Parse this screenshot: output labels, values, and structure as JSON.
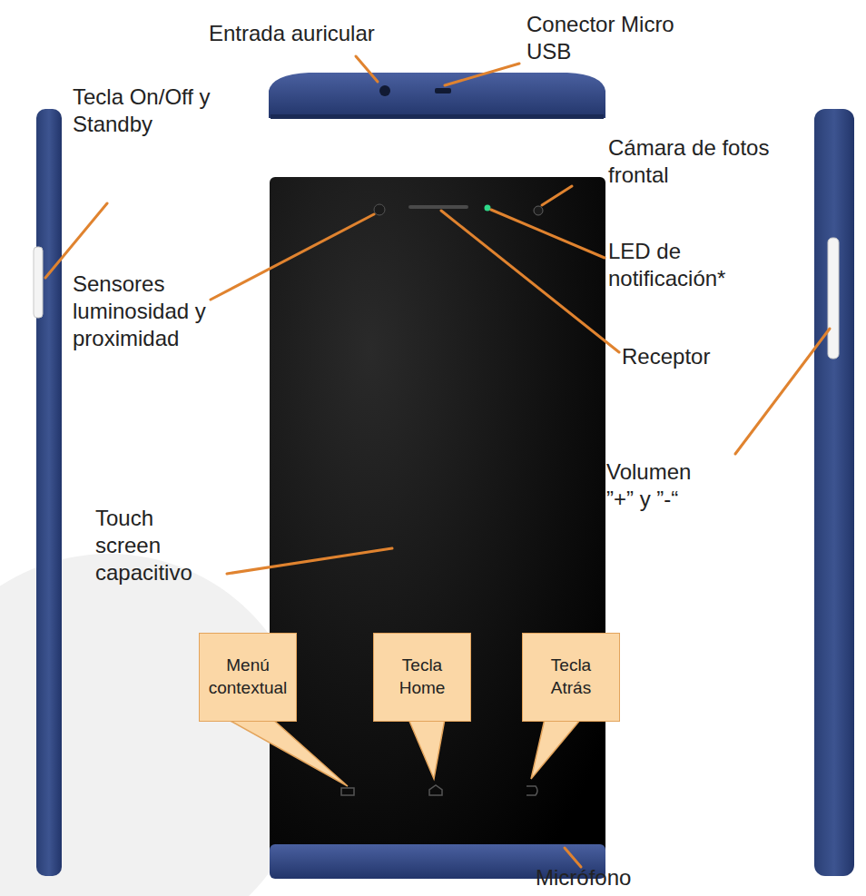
{
  "diagram": {
    "nodes": [
      {
        "text": [
          "Menú contextual"
        ]
      },
      {
        "text": [
          "Tecla Home"
        ]
      },
      {
        "text": [
          "Tecla Atrás"
        ]
      }
    ],
    "labels": [
      "Entrada auricular",
      "Conector Micro USB",
      "Tecla On/Off y Standby",
      "Cámara de fotos frontal",
      "Sensores luminosidad y proximidad",
      "LED de notificación*",
      "Receptor",
      "Volumen ”+” y ”-“",
      "Touch screen capacitivo",
      "Micrófono"
    ]
  }
}
